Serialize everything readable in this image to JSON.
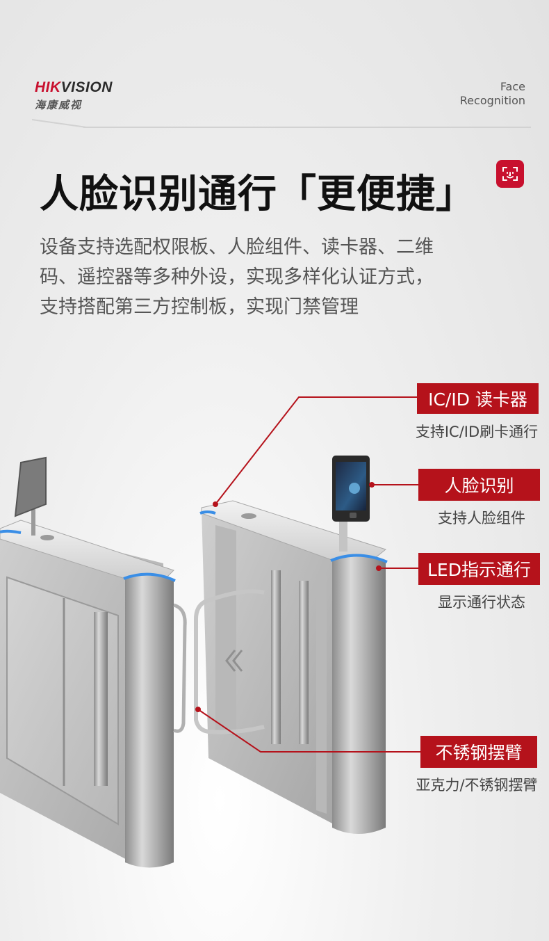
{
  "brand": {
    "logo_red": "HIK",
    "logo_dark": "VISION",
    "chinese": "海康威视"
  },
  "tagline": {
    "line1": "Face",
    "line2": "Recognition"
  },
  "title": "人脸识别通行「更便捷」",
  "face_badge_icon": "face-scan-icon",
  "description": [
    "设备支持选配权限板、人脸组件、读卡器、二维",
    "码、遥控器等多种外设，实现多样化认证方式，",
    "支持搭配第三方控制板，实现门禁管理"
  ],
  "features": [
    {
      "label": "IC/ID 读卡器",
      "desc": "支持IC/ID刷卡通行"
    },
    {
      "label": "人脸识别",
      "desc": "支持人脸组件"
    },
    {
      "label": "LED指示通行",
      "desc": "显示通行状态"
    },
    {
      "label": "不锈钢摆臂",
      "desc": "亚克力/不锈钢摆臂"
    }
  ],
  "colors": {
    "accent": "#b5121b",
    "brand_red": "#c8102e",
    "led_blue": "#3a8ee6"
  }
}
